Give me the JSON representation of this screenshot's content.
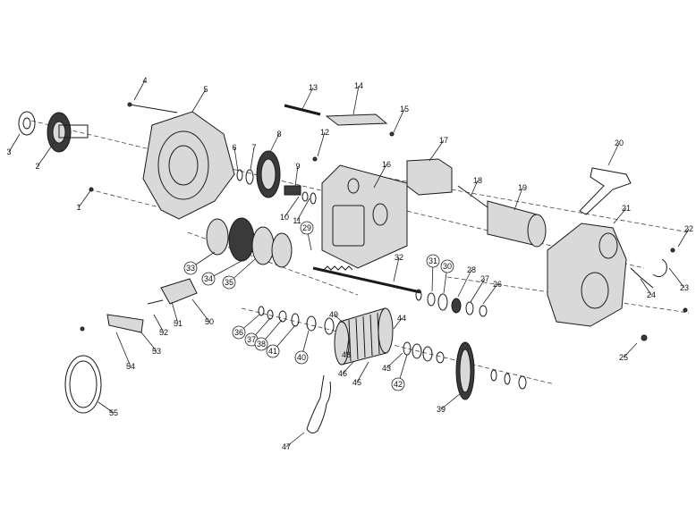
{
  "callouts": [
    "1",
    "2",
    "3",
    "4",
    "5",
    "6",
    "7",
    "8",
    "9",
    "10",
    "11",
    "12",
    "13",
    "14",
    "15",
    "16",
    "17",
    "18",
    "19",
    "20",
    "21",
    "22",
    "23",
    "24",
    "25",
    "26",
    "27",
    "28",
    "29",
    "30",
    "31",
    "32",
    "33",
    "34",
    "35",
    "36",
    "37",
    "38",
    "39",
    "40",
    "41",
    "42",
    "43",
    "44",
    "45",
    "46",
    "47",
    "48",
    "49",
    "50",
    "51",
    "52",
    "53",
    "54",
    "55"
  ]
}
